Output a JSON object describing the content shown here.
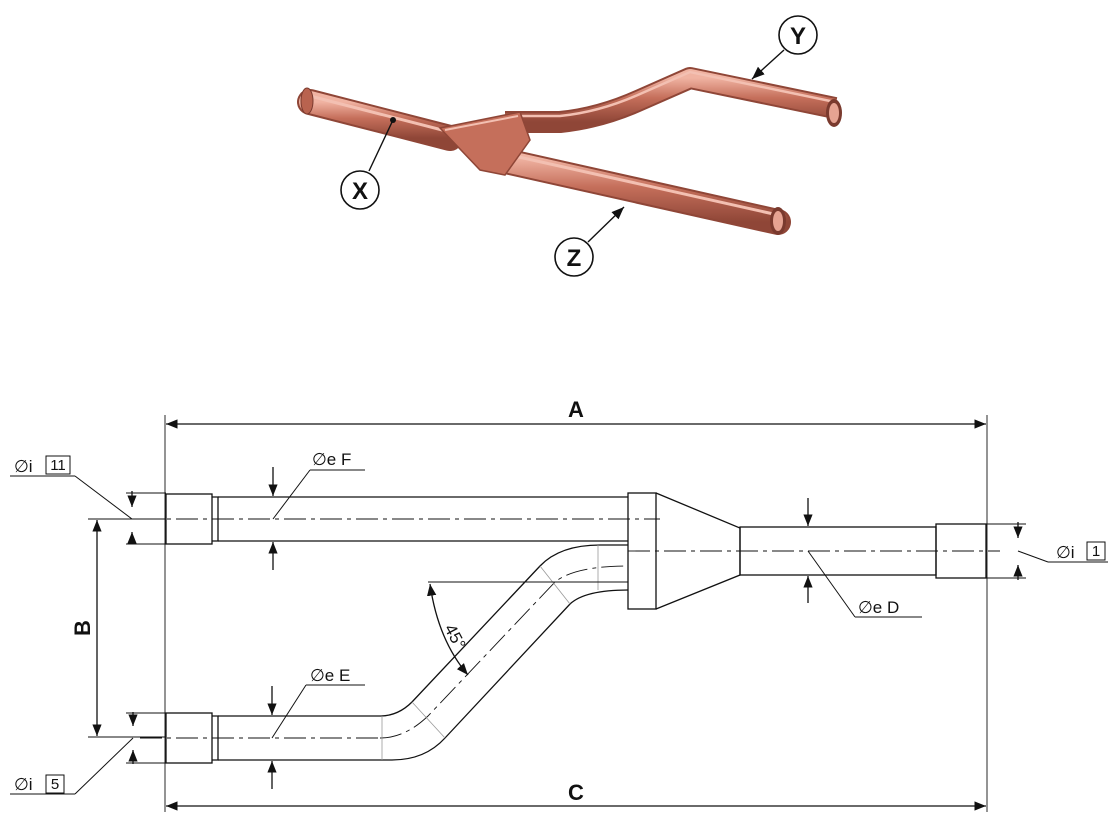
{
  "iso_view": {
    "callouts": [
      {
        "letter": "X"
      },
      {
        "letter": "Y"
      },
      {
        "letter": "Z"
      }
    ],
    "colors": {
      "copper": "#c56f5b",
      "copper_dark": "#8f4637",
      "copper_light": "#f0b3a2"
    }
  },
  "drawing": {
    "dims": {
      "A": "A",
      "B": "B",
      "C": "C"
    },
    "angle": "45°",
    "labels": {
      "eF": "∅e F",
      "eE": "∅e E",
      "eD": "∅e D",
      "i11_prefix": "∅i",
      "i11_box": "11",
      "i5_prefix": "∅i",
      "i5_box": "5",
      "i1_prefix": "∅i",
      "i1_box": "1"
    }
  }
}
